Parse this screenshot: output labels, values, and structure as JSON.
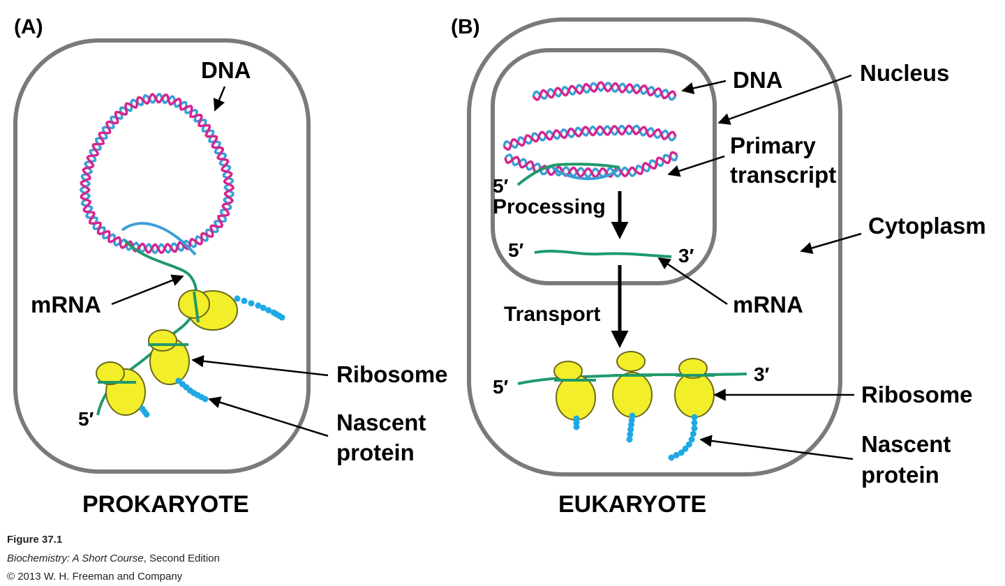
{
  "panel_a": {
    "letter": "(A)",
    "title": "PROKARYOTE",
    "labels": {
      "dna": "DNA",
      "mrna": "mRNA",
      "ribosome": "Ribosome",
      "nascent_line1": "Nascent",
      "nascent_line2": "protein",
      "five_prime": "5′"
    }
  },
  "panel_b": {
    "letter": "(B)",
    "title": "EUKARYOTE",
    "labels": {
      "dna": "DNA",
      "nucleus": "Nucleus",
      "primary_line1": "Primary",
      "primary_line2": "transcript",
      "processing": "Processing",
      "cytoplasm": "Cytoplasm",
      "mrna": "mRNA",
      "transport": "Transport",
      "ribosome": "Ribosome",
      "nascent_line1": "Nascent",
      "nascent_line2": "protein",
      "five_prime_primary": "5′",
      "five_prime_mrna": "5′",
      "three_prime_mrna": "3′",
      "five_prime_cyto": "5′",
      "three_prime_cyto": "3′"
    }
  },
  "caption": {
    "figure": "Figure 37.1",
    "book_title": "Biochemistry: A Short Course",
    "edition": ", Second Edition",
    "copyright": "© 2013 W. H. Freeman and Company"
  },
  "colors": {
    "membrane": "#7a7a7a",
    "dna_strand_a": "#d6248f",
    "dna_strand_b": "#3a9fd6",
    "mrna": "#1f9a6a",
    "ribosome_fill": "#f2ee2a",
    "ribosome_stroke": "#6b6a1a",
    "protein": "#1fa9e3"
  }
}
